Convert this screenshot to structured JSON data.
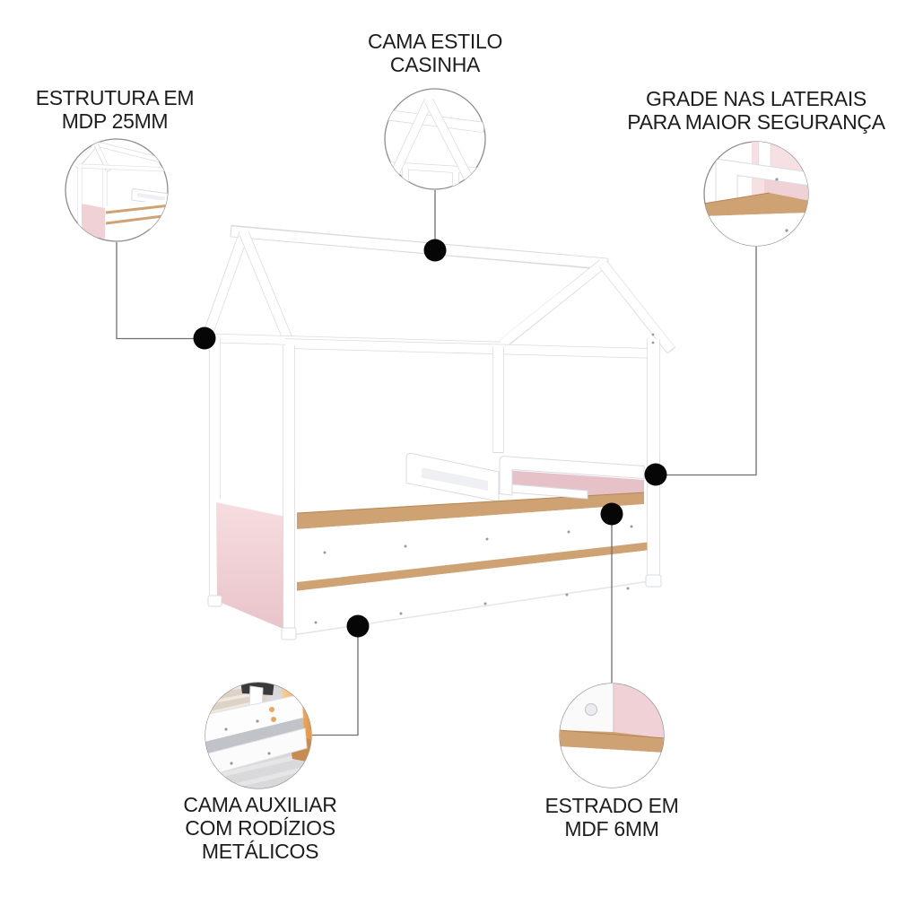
{
  "title": "infografico cama casinha infantil",
  "callouts": {
    "estilo": {
      "lines": [
        "CAMA ESTILO",
        "CASINHA"
      ]
    },
    "estrutura": {
      "lines": [
        "ESTRUTURA EM",
        "MDP 25MM"
      ]
    },
    "grade": {
      "lines": [
        "GRADE NAS LATERAIS",
        "PARA MAIOR SEGURANÇA"
      ]
    },
    "auxiliar": {
      "lines": [
        "CAMA AUXILIAR",
        "COM RODÍZIOS",
        "METÁLICOS"
      ]
    },
    "estrado": {
      "lines": [
        "ESTRADO EM",
        "MDF 6MM"
      ]
    }
  },
  "colors": {
    "text": "#1d1d1f",
    "line": "#6f6f6f",
    "dot": "#060606",
    "ring": "#8d8d8d",
    "white": "#ffffff",
    "edge": "#d9dbe1",
    "shade": "#eef0f3",
    "pink": "#f0d2d6",
    "pink_deep": "#e7c1c8",
    "pink_soft": "#f7e0e3",
    "wood": "#cfa273",
    "wood_dark": "#c08f5e",
    "screw": "#9b9b9b",
    "mattress": "#dcd3c6",
    "mattress_stripe": "#efe9e0",
    "knit": "#c0c3c7",
    "glow": "#eda55d",
    "glow_light": "#f8d099",
    "floor_wood": "#c78c52",
    "carpet": "#d9d9db",
    "carpet_stripe": "#e6e6e8",
    "dark": "#3a3a3c"
  }
}
